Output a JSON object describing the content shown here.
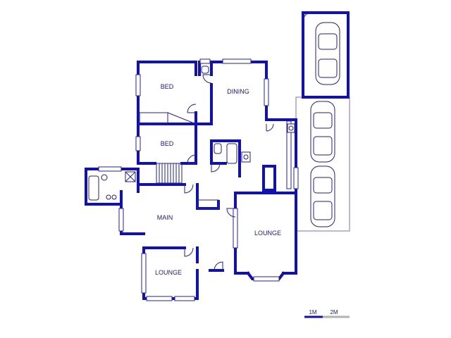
{
  "rooms": {
    "bed_upper": "BED",
    "bed_lower": "BED",
    "dining": "DINING",
    "main": "MAIN",
    "lounge_right": "LOUNGE",
    "lounge_bottom": "LOUNGE"
  },
  "scale": {
    "label_1": "1M",
    "label_2": "2M"
  },
  "colors": {
    "wall": "#1010b8",
    "outline": "#7070c8",
    "text": "#1a1a8a",
    "scale_grey": "#b0b0b0"
  }
}
